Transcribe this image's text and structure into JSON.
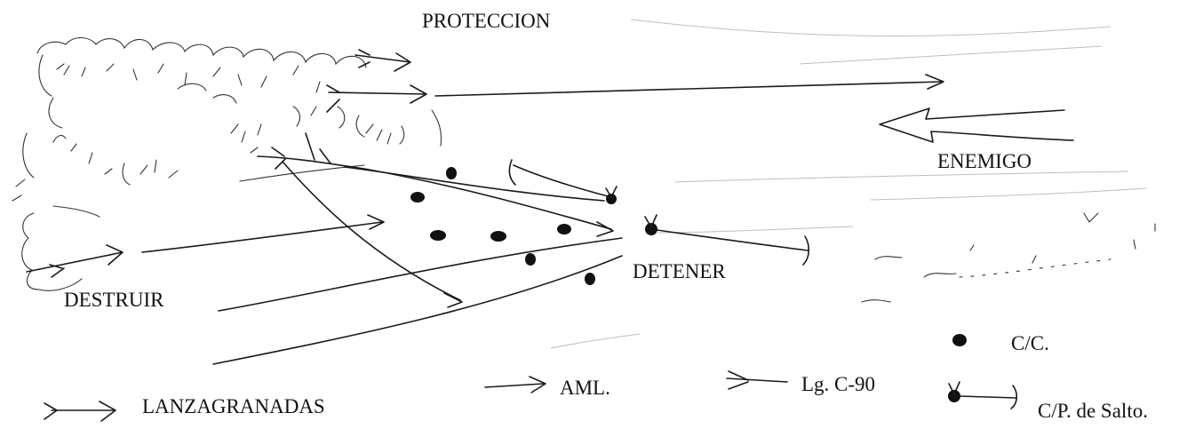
{
  "labels": {
    "protection": "PROTECCION",
    "enemy": "ENEMIGO",
    "destroy": "DESTRUIR",
    "stop": "DETENER"
  },
  "legend": {
    "grenade_launchers": "LANZAGRANADAS",
    "aml": "AML.",
    "lg_c90": "Lg. C-90",
    "cc": "C/C.",
    "cp_salto": "C/P. de Salto."
  },
  "colors": {
    "ink": "#1a1a1a",
    "faint": "#bdbdbd",
    "background": "#ffffff"
  },
  "icons": [
    "arrow-icon",
    "dot-icon",
    "c90-symbol-icon",
    "jump-post-icon"
  ]
}
